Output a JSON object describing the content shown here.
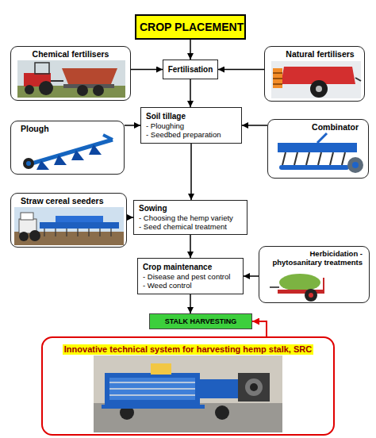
{
  "diagram": {
    "nodes": [
      {
        "text": [
          "CROP PLACEMENT"
        ]
      },
      {
        "text": [
          "Chemical fertilisers"
        ]
      },
      {
        "text": [
          "Fertilisation"
        ]
      },
      {
        "text": [
          "Natural fertilisers"
        ]
      },
      {
        "text": [
          "Plough"
        ]
      },
      {
        "text": [
          "Soil tillage",
          "- Ploughing",
          "- Seedbed preparation"
        ]
      },
      {
        "text": [
          "Combinator"
        ]
      },
      {
        "text": [
          "Straw cereal seeders"
        ]
      },
      {
        "text": [
          "Sowing",
          "- Choosing the hemp variety",
          "- Seed chemical treatment"
        ]
      },
      {
        "text": [
          "Crop maintenance",
          "- Disease and pest control",
          "- Weed control"
        ]
      },
      {
        "text": [
          "Herbicidation - phytosanitary treatments"
        ]
      },
      {
        "text": [
          "STALK HARVESTING"
        ]
      },
      {
        "text": [
          "Innovative technical system for harvesting hemp stalk, SRC"
        ]
      }
    ],
    "edges": [
      {
        "from": 0,
        "to": 2,
        "arrow": "to"
      },
      {
        "from": 1,
        "to": 2,
        "arrow": "to"
      },
      {
        "from": 3,
        "to": 2,
        "arrow": "to"
      },
      {
        "from": 2,
        "to": 5,
        "arrow": "to"
      },
      {
        "from": 4,
        "to": 5,
        "arrow": "to"
      },
      {
        "from": 6,
        "to": 5,
        "arrow": "to"
      },
      {
        "from": 5,
        "to": 8,
        "arrow": "to"
      },
      {
        "from": 7,
        "to": 8,
        "arrow": "to"
      },
      {
        "from": 8,
        "to": 9,
        "arrow": "to"
      },
      {
        "from": 10,
        "to": 9,
        "arrow": "to"
      },
      {
        "from": 9,
        "to": 11,
        "arrow": "to"
      },
      {
        "from": 12,
        "to": 11,
        "arrow": "to"
      }
    ]
  }
}
